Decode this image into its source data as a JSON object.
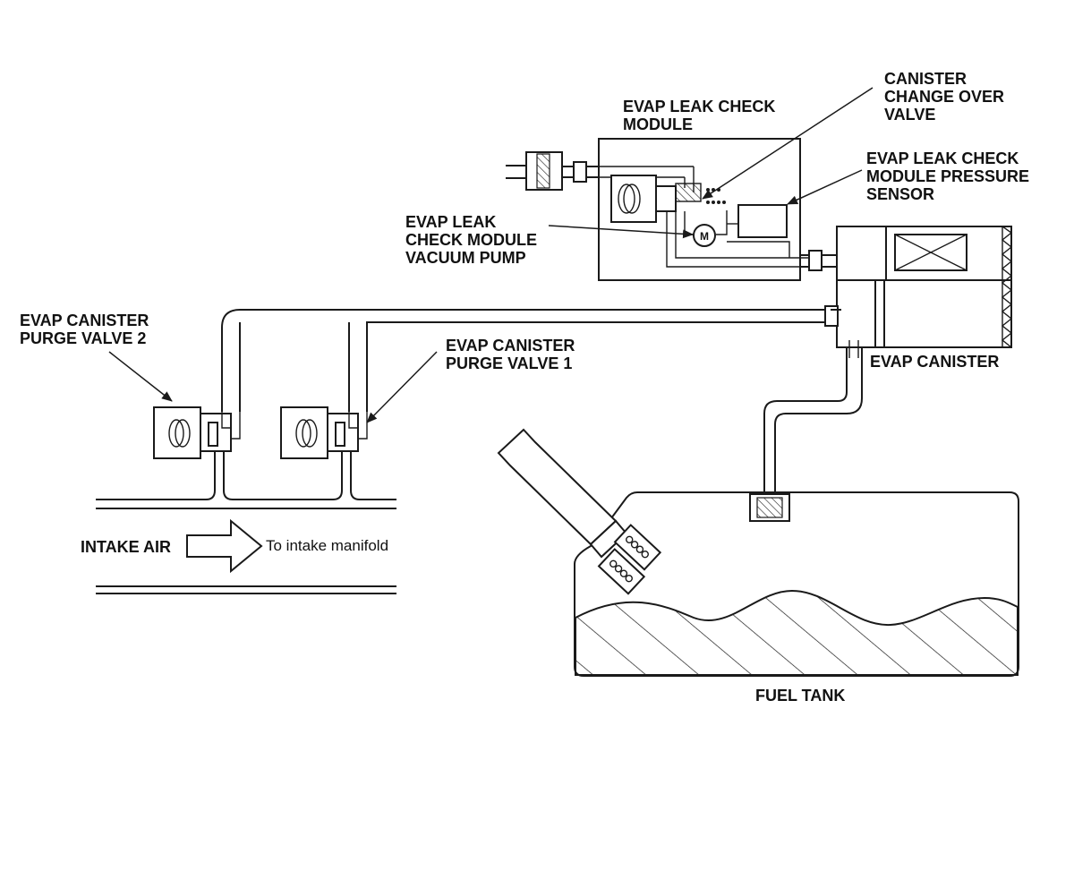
{
  "labels": {
    "canister_change_over_valve": [
      "CANISTER",
      "CHANGE OVER",
      "VALVE"
    ],
    "evap_leak_check_module": [
      "EVAP LEAK CHECK",
      "MODULE"
    ],
    "pressure_sensor": [
      "EVAP LEAK CHECK",
      "MODULE PRESSURE",
      "SENSOR"
    ],
    "vacuum_pump": [
      "EVAP LEAK",
      "CHECK MODULE",
      "VACUUM PUMP"
    ],
    "purge_valve_2": [
      "EVAP CANISTER",
      "PURGE VALVE 2"
    ],
    "purge_valve_1": [
      "EVAP CANISTER",
      "PURGE VALVE 1"
    ],
    "evap_canister": "EVAP CANISTER",
    "intake_air": "INTAKE AIR",
    "to_intake_manifold": "To intake manifold",
    "fuel_tank": "FUEL TANK",
    "pump_symbol": "M"
  }
}
